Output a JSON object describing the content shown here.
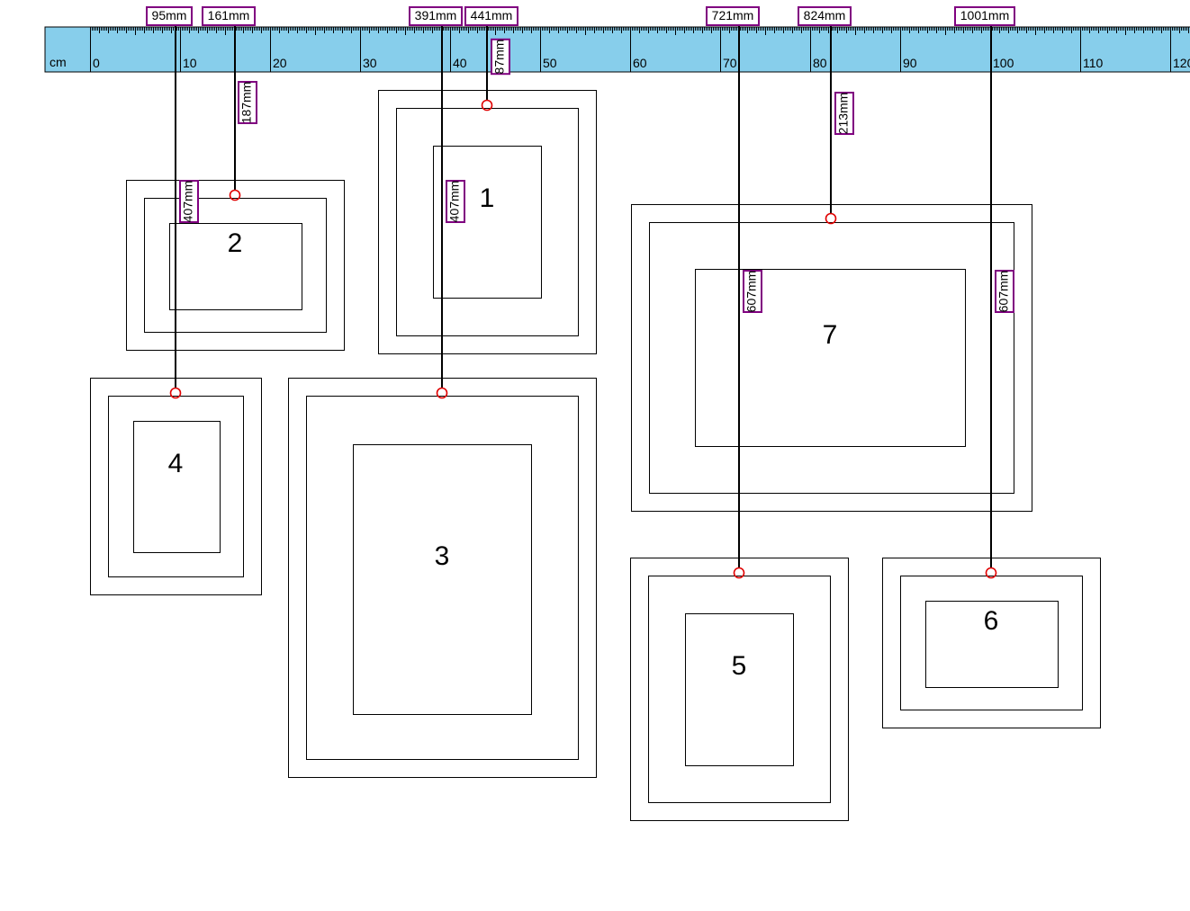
{
  "ruler": {
    "unit_label": "cm",
    "labels": [
      "0",
      "10",
      "20",
      "30",
      "40",
      "50",
      "60",
      "70",
      "80",
      "90",
      "100",
      "110",
      "120"
    ],
    "color": "#87CEEB"
  },
  "frames": [
    {
      "number": "1"
    },
    {
      "number": "2"
    },
    {
      "number": "3"
    },
    {
      "number": "4"
    },
    {
      "number": "5"
    },
    {
      "number": "6"
    },
    {
      "number": "7"
    }
  ],
  "hangers": [
    {
      "frame": "4",
      "x_label": "95mm",
      "drop_label": "407mm"
    },
    {
      "frame": "2",
      "x_label": "161mm",
      "drop_label": "187mm"
    },
    {
      "frame": "3",
      "x_label": "391mm",
      "drop_label": "407mm"
    },
    {
      "frame": "1",
      "x_label": "441mm",
      "drop_label": "87mm"
    },
    {
      "frame": "5",
      "x_label": "721mm",
      "drop_label": "607mm"
    },
    {
      "frame": "7",
      "x_label": "824mm",
      "drop_label": "213mm"
    },
    {
      "frame": "6",
      "x_label": "1001mm",
      "drop_label": "607mm"
    }
  ],
  "colors": {
    "tag_border": "#800080",
    "hook": "#e00000",
    "lines": "#000000"
  }
}
